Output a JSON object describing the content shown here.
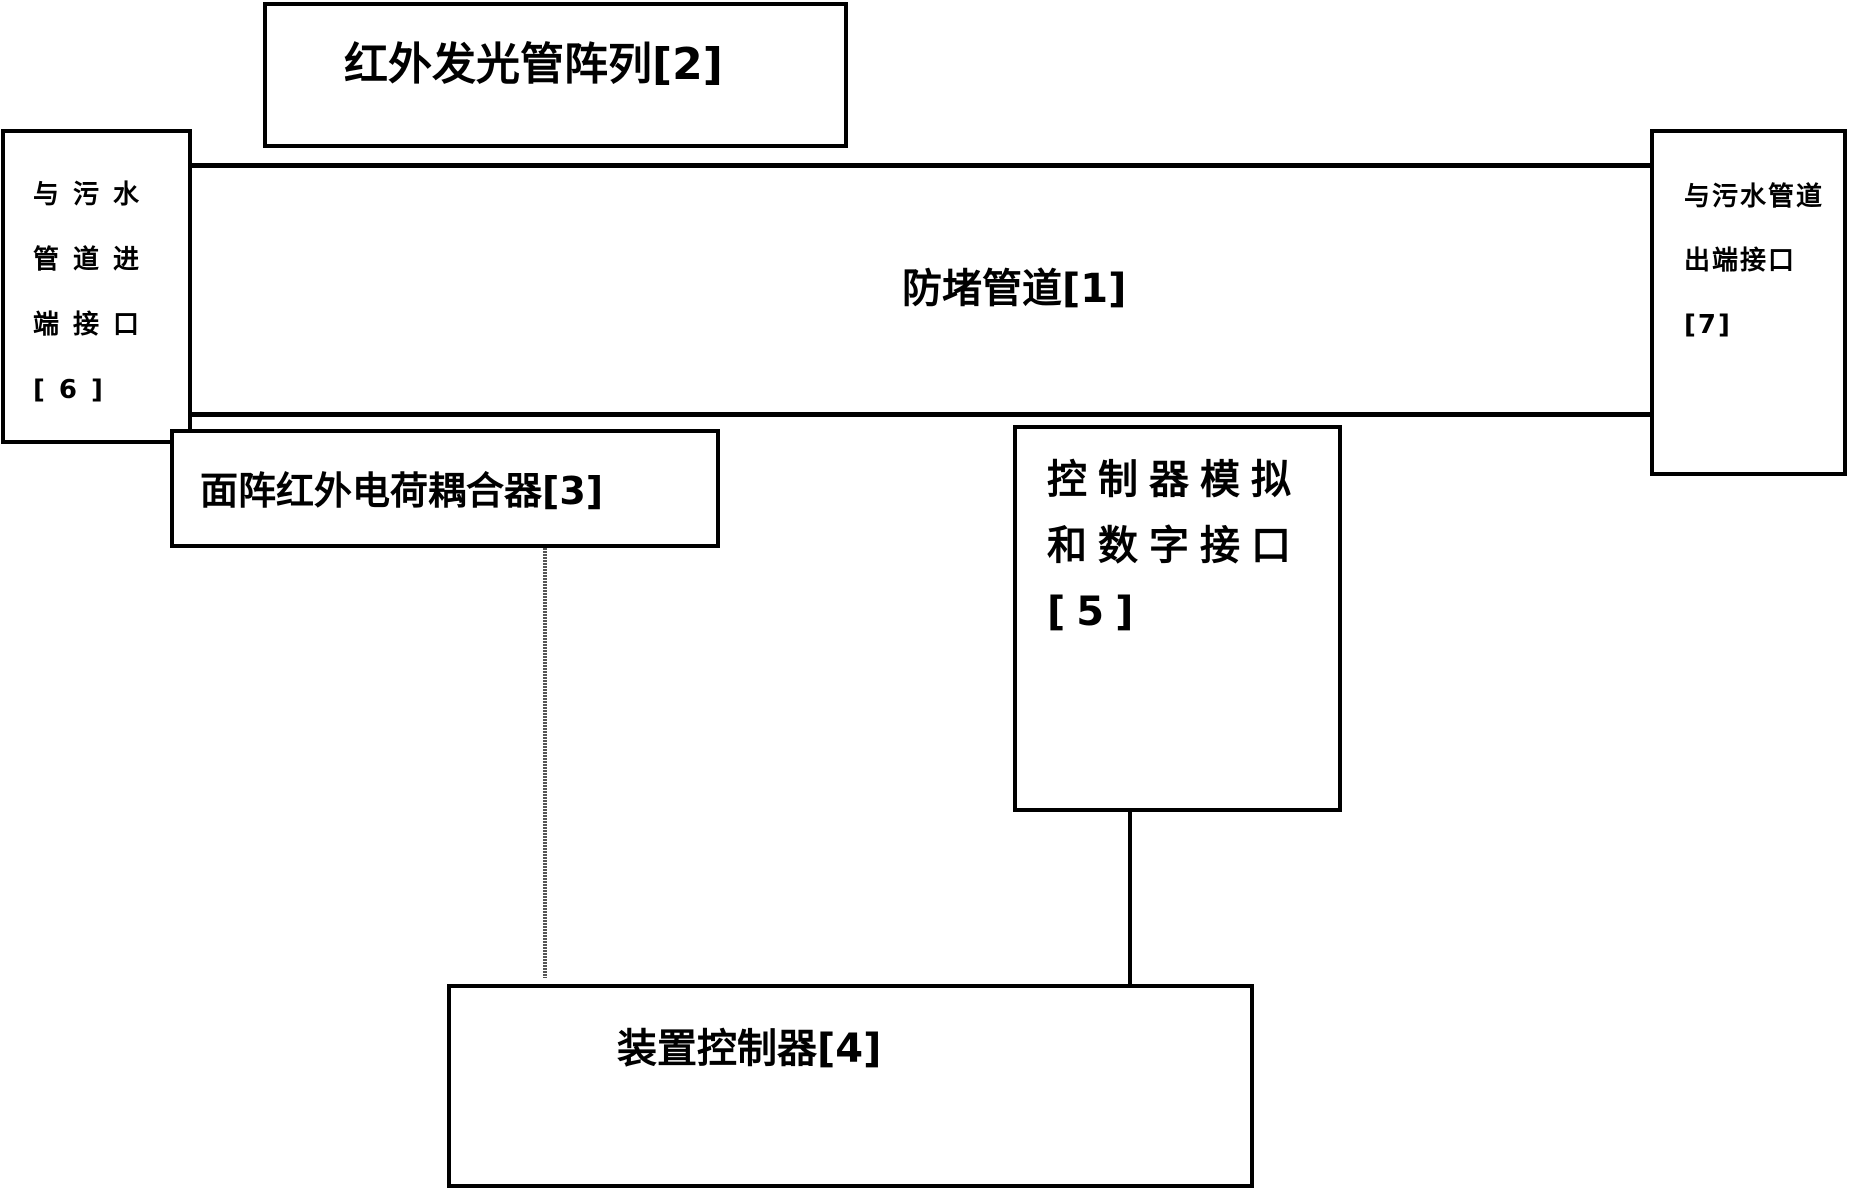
{
  "diagram": {
    "pipe": {
      "label": "防堵管道[1]"
    },
    "ir_array": {
      "label": "红外发光管阵列[2]"
    },
    "ccd": {
      "label": "面阵红外电荷耦合器[3]"
    },
    "controller": {
      "label": "装置控制器[4]"
    },
    "interface": {
      "label": "控制器模拟和数字接口[5]"
    },
    "inlet": {
      "label": "与污水管道进端接口[6]"
    },
    "outlet": {
      "label": "与污水管道出端接口[7]"
    }
  }
}
